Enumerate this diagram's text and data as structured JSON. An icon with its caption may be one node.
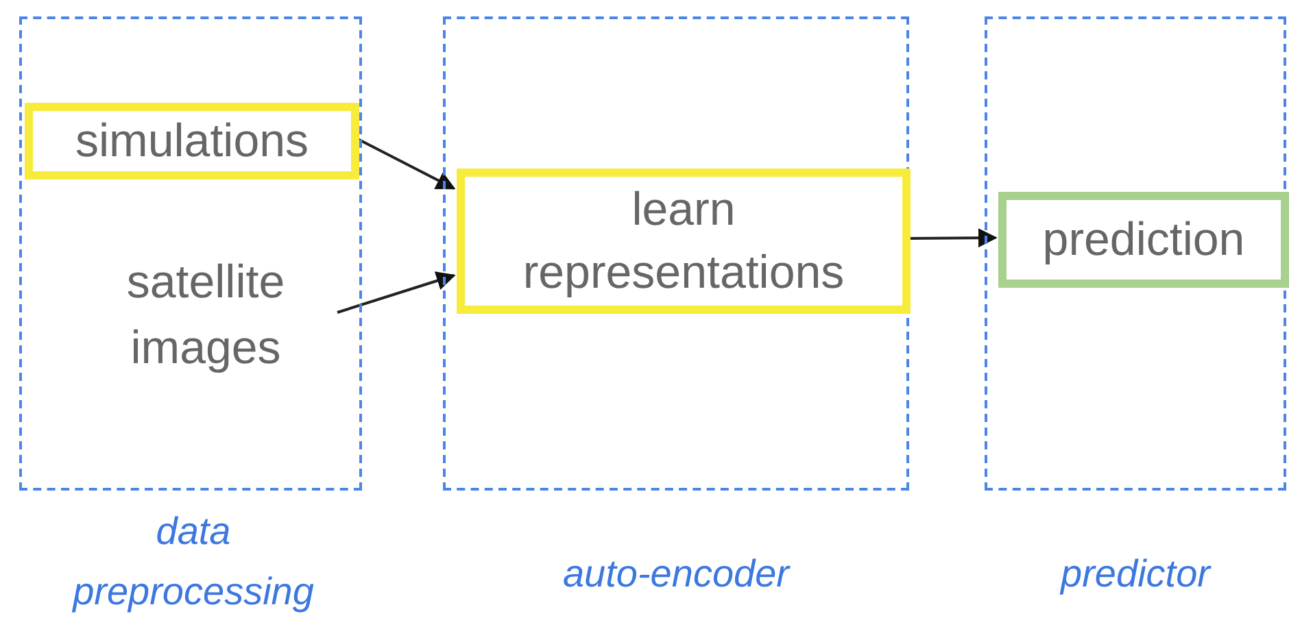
{
  "diagram": {
    "nodes": [
      {
        "text": [
          "data preprocessing"
        ]
      },
      {
        "text": [
          "simulations"
        ],
        "in": 0
      },
      {
        "text": [
          "satellite images"
        ],
        "in": 0
      },
      {
        "text": [
          "auto-encoder"
        ]
      },
      {
        "text": [
          "learn representations"
        ],
        "in": 3
      },
      {
        "text": [
          "predictor"
        ]
      },
      {
        "text": [
          "prediction"
        ],
        "in": 5
      }
    ],
    "edges": [
      {
        "from": 1,
        "to": 4,
        "arrow": "to"
      },
      {
        "from": 2,
        "to": 4,
        "arrow": "to"
      },
      {
        "from": 4,
        "to": 6,
        "arrow": "to"
      }
    ]
  }
}
